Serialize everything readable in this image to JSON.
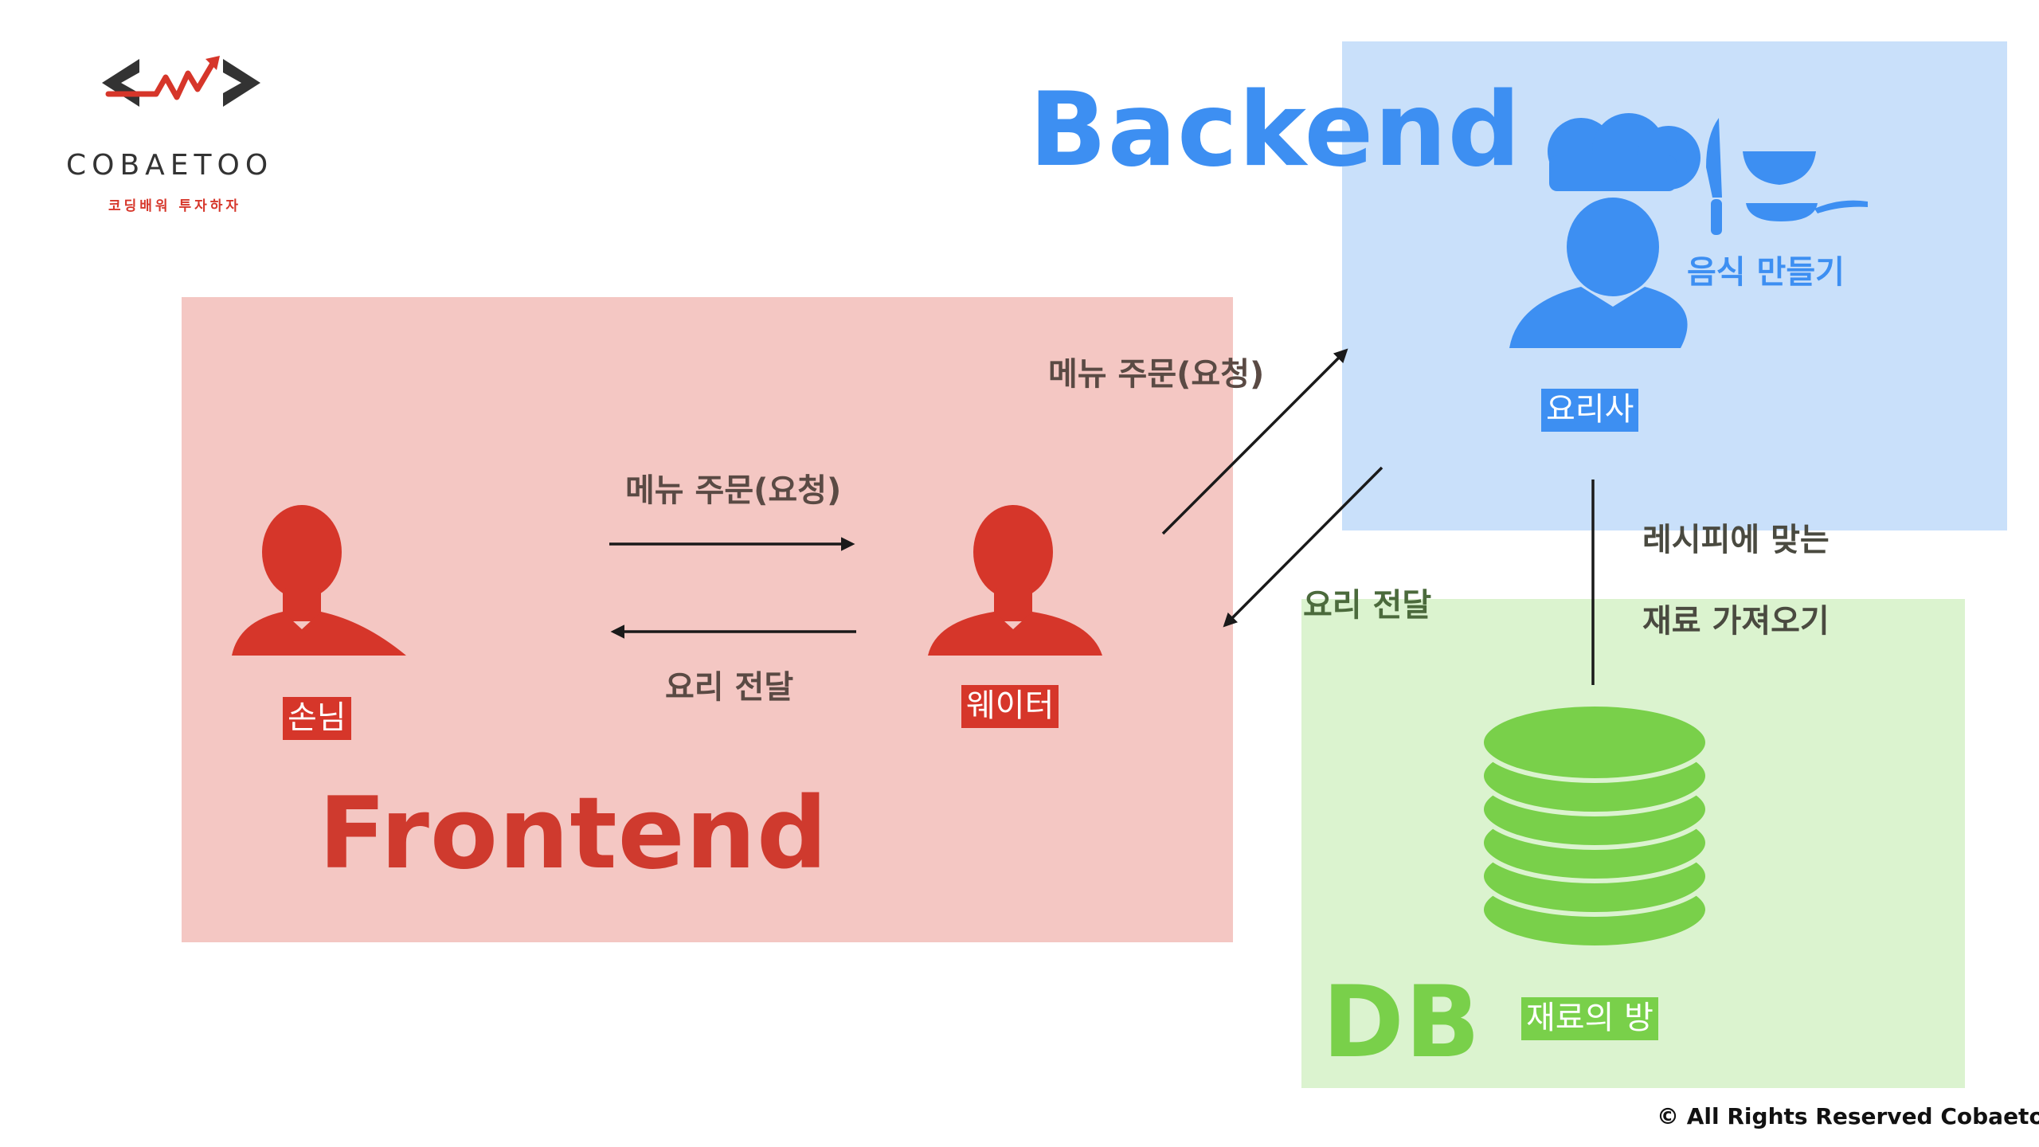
{
  "logo": {
    "name": "COBAETOO",
    "tagline": "코딩배워 투자하자"
  },
  "zones": {
    "backend": {
      "title": "Backend",
      "chef_tag": "요리사",
      "cooking_caption": "음식 만들기"
    },
    "frontend": {
      "title": "Frontend",
      "customer_tag": "손님",
      "waiter_tag": "웨이터"
    },
    "db": {
      "title": "DB",
      "pantry_tag": "재료의 방"
    }
  },
  "arrows": {
    "customer_to_waiter": "메뉴 주문(요청)",
    "waiter_to_customer": "요리 전달",
    "waiter_to_chef": "메뉴 주문(요청)",
    "chef_to_waiter": "요리 전달",
    "chef_db_line1": "레시피에 맞는",
    "chef_db_line2": "재료 가져오기"
  },
  "footer": {
    "copyright": "© All Rights Reserved Cobaetoo"
  },
  "colors": {
    "frontend_bg": "#f4c7c3",
    "frontend_accent": "#d6362a",
    "backend_bg": "#c9e0fa",
    "backend_accent": "#3d8ff2",
    "db_bg": "#dbf3cf",
    "db_accent": "#79d04a"
  }
}
